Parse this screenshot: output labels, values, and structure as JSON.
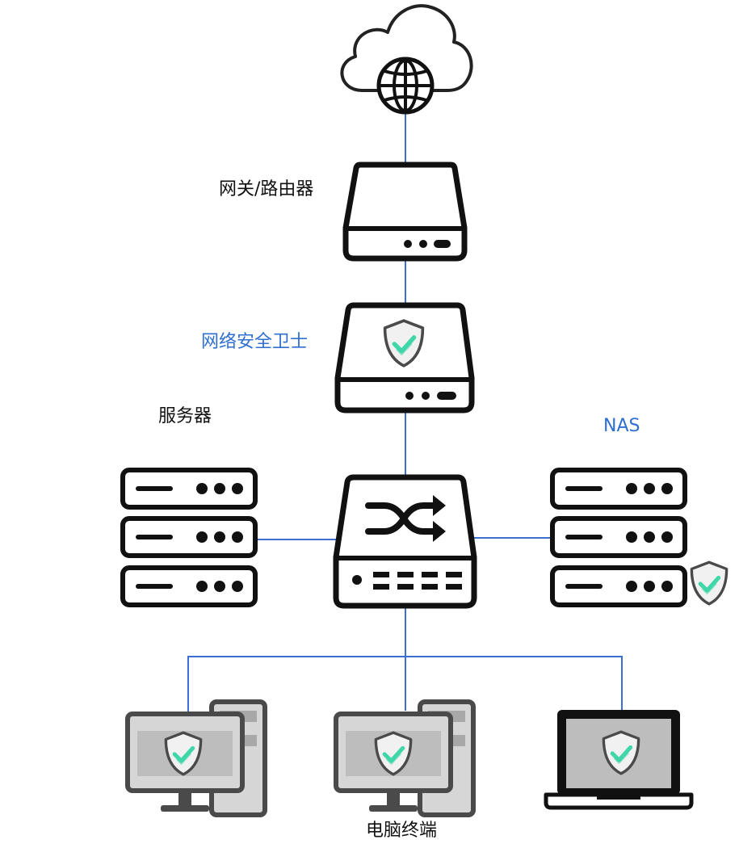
{
  "labels": {
    "gateway": "网关/路由器",
    "guard": "网络安全卫士",
    "server": "服务器",
    "nas": "NAS",
    "terminals": "电脑终端"
  },
  "colors": {
    "link": "#3b6fd6",
    "label_blue": "#2f6fd1",
    "label_black": "#111111",
    "device_dark": "#111111",
    "device_gray": "#4a4a4a",
    "device_fill_gray": "#cfcfcf",
    "shield_check": "#3fd6a8"
  },
  "icons": [
    "cloud-globe-icon",
    "router-icon",
    "security-appliance-icon",
    "switch-icon",
    "server-rack-icon",
    "shield-check-icon",
    "desktop-pc-icon",
    "laptop-icon"
  ]
}
